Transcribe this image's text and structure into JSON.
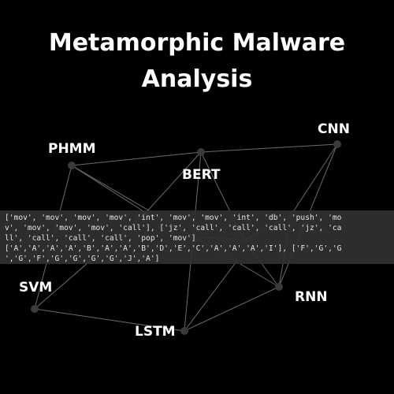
{
  "title": {
    "line1": "Metamorphic Malware",
    "line2": "Analysis"
  },
  "colors": {
    "background": "#000000",
    "text": "#ffffff",
    "edge": "#6b6b6b",
    "node": "#3a3a3a",
    "band": "#303030"
  },
  "nodes": [
    {
      "id": "phmm",
      "label": "PHMM"
    },
    {
      "id": "bert",
      "label": "BERT"
    },
    {
      "id": "cnn",
      "label": "CNN"
    },
    {
      "id": "svm",
      "label": "SVM"
    },
    {
      "id": "rnn",
      "label": "RNN"
    },
    {
      "id": "lstm",
      "label": "LSTM"
    }
  ],
  "code_band": {
    "lines": [
      "['mov', 'mov', 'mov', 'mov', 'int', 'mov', 'mov', 'int', 'db', 'push', 'mo",
      "v', 'mov', 'mov', 'mov', 'call'], ['jz', 'call', 'call', 'call', 'jz', 'ca",
      "ll', 'call', 'call', 'call', 'pop', 'mov']",
      "['A','A','A','A','B','A','A','B','D','E','C','A','A','A','I'], ['F','G','G",
      "','G','F','G','G','G','G','J','A']"
    ]
  }
}
